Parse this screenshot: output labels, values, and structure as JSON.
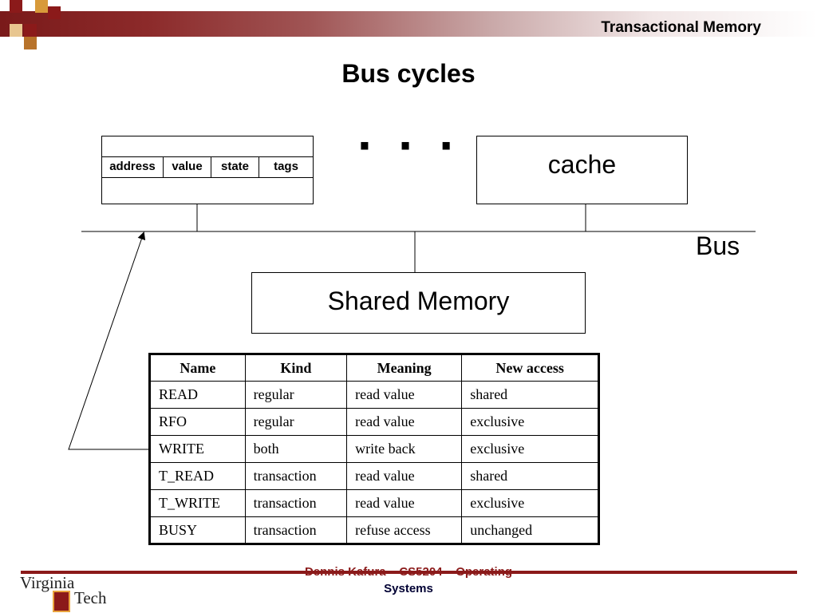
{
  "header": {
    "title": "Transactional Memory"
  },
  "slide": {
    "title": "Bus cycles"
  },
  "diagram": {
    "cache_line_fields": [
      "address",
      "value",
      "state",
      "tags"
    ],
    "ellipsis": "· · ·",
    "cache_label": "cache",
    "bus_label": "Bus",
    "shared_memory_label": "Shared Memory"
  },
  "table": {
    "headers": [
      "Name",
      "Kind",
      "Meaning",
      "New access"
    ],
    "rows": [
      [
        "READ",
        "regular",
        "read value",
        "shared"
      ],
      [
        "RFO",
        "regular",
        "read value",
        "exclusive"
      ],
      [
        "WRITE",
        "both",
        "write back",
        "exclusive"
      ],
      [
        "T_READ",
        "transaction",
        "read value",
        "shared"
      ],
      [
        "T_WRITE",
        "transaction",
        "read value",
        "exclusive"
      ],
      [
        "BUSY",
        "transaction",
        "refuse access",
        "unchanged"
      ]
    ]
  },
  "footer": {
    "line1": "Dennis Kafura – CS5204 – Operating",
    "line2": "Systems",
    "logo_top": "Virginia",
    "logo_bottom": "Tech"
  },
  "colors": {
    "brand": "#8b1a1a",
    "accent_gold": "#e8a33d"
  }
}
